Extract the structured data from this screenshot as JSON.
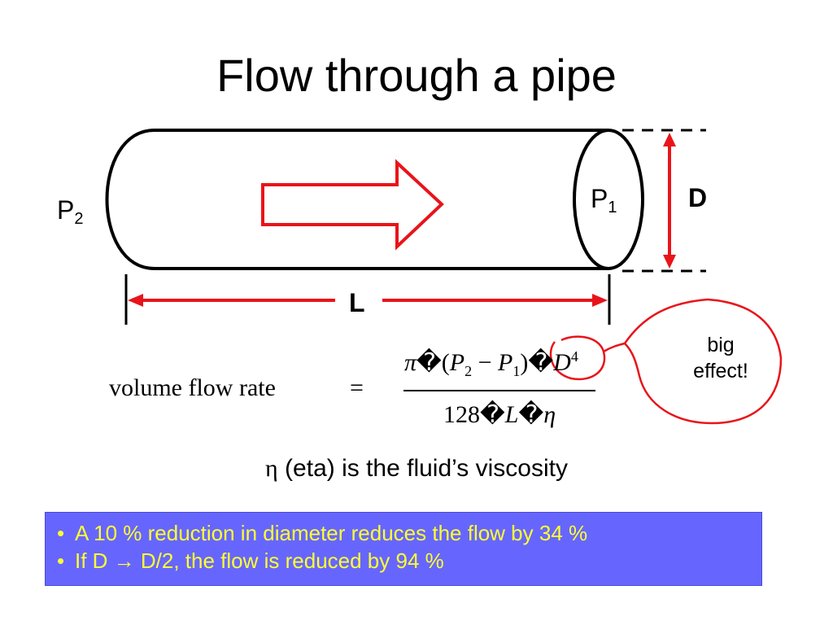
{
  "slide": {
    "title": "Flow through a pipe"
  },
  "diagram": {
    "p2": {
      "letter": "P",
      "sub": "2"
    },
    "p1": {
      "letter": "P",
      "sub": "1"
    },
    "diameter_label": "D",
    "length_label": "L",
    "callout_line1": "big",
    "callout_line2": "effect!",
    "colors": {
      "accent": "#e8141a",
      "outline": "#000000"
    }
  },
  "formula": {
    "lhs": "volume flow rate",
    "equals": "=",
    "numerator": {
      "pi": "π",
      "box": "�",
      "open": "(",
      "P": "P",
      "sub2": "2",
      "minus": "−",
      "sub1": "1",
      "close": ")",
      "D": "D",
      "exp": "4"
    },
    "denominator": {
      "n": "128",
      "box": "�",
      "L": "L",
      "eta": "η"
    }
  },
  "note": {
    "eta": "η",
    "text": " (eta) is the fluid’s viscosity"
  },
  "bullets": {
    "marker": "•",
    "items": [
      "A 10 % reduction in diameter reduces the flow by 34 %",
      "If D → D/2, the flow is reduced by 94 %"
    ],
    "colors": {
      "background": "#6666ff",
      "text": "#ffff33"
    }
  }
}
